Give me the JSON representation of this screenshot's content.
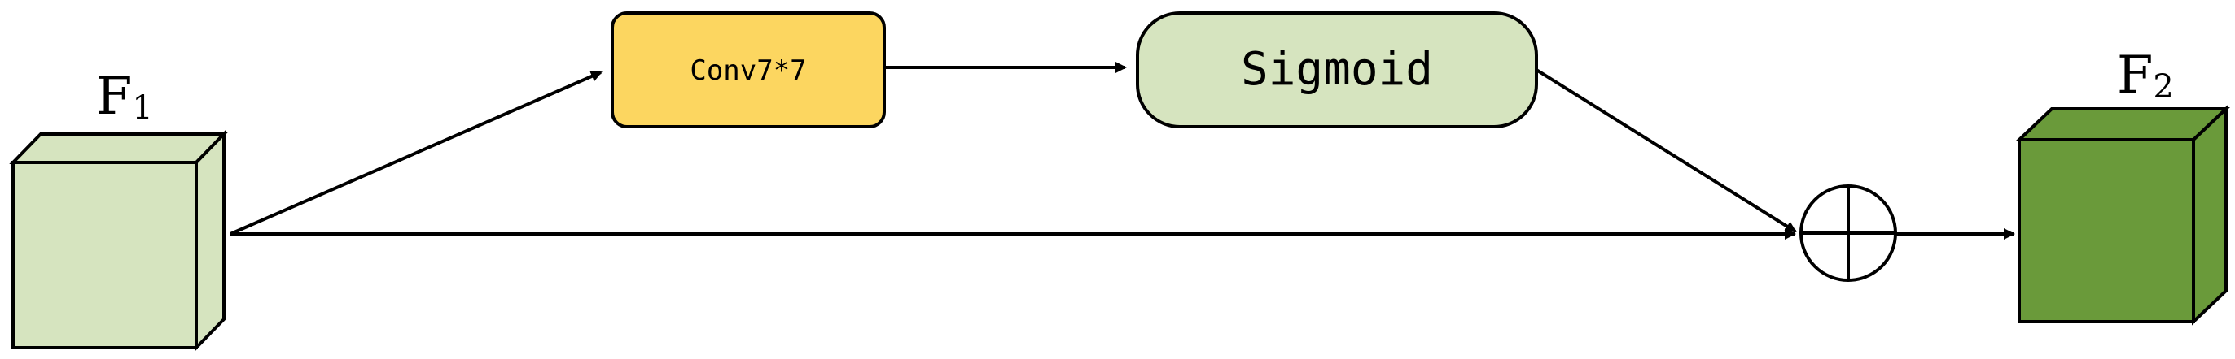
{
  "nodes": {
    "input_cube": {
      "label": "F",
      "subscript": "1",
      "color": "#d6e4bf"
    },
    "conv": {
      "label": "Conv7*7",
      "color": "#fcd660"
    },
    "sigmoid": {
      "label": "Sigmoid",
      "color": "#d6e4bf"
    },
    "add_op": {
      "symbol": "⊕"
    },
    "output_cube": {
      "label": "F",
      "subscript": "2",
      "color": "#6a9a3a"
    }
  },
  "edges": [
    {
      "from": "input_cube",
      "to": "conv"
    },
    {
      "from": "conv",
      "to": "sigmoid"
    },
    {
      "from": "sigmoid",
      "to": "add_op"
    },
    {
      "from": "input_cube",
      "to": "add_op"
    },
    {
      "from": "add_op",
      "to": "output_cube"
    }
  ]
}
